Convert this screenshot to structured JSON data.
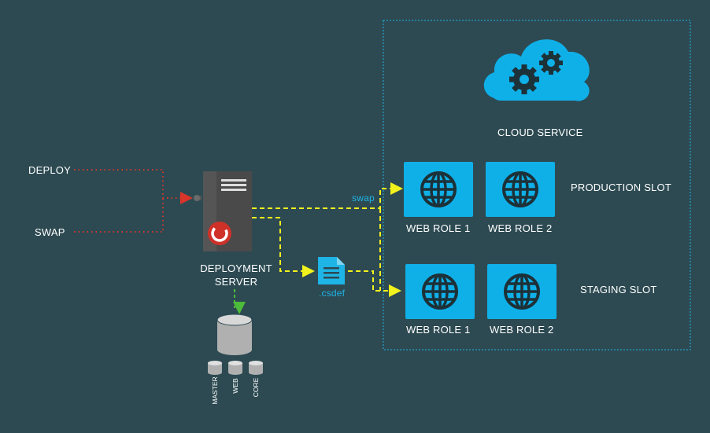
{
  "left_inputs": {
    "deploy": "DEPLOY",
    "swap": "SWAP"
  },
  "deployment_server": {
    "label_line1": "DEPLOYMENT",
    "label_line2": "SERVER"
  },
  "databases": [
    "MASTER",
    "WEB",
    "CORE"
  ],
  "csdef_label": ".csdef",
  "swap_label": "swap",
  "cloud_service": {
    "label": "CLOUD SERVICE",
    "production_slot": {
      "label": "PRODUCTION SLOT",
      "roles": [
        "WEB ROLE 1",
        "WEB ROLE 2"
      ]
    },
    "staging_slot": {
      "label": "STAGING SLOT",
      "roles": [
        "WEB ROLE 1",
        "WEB ROLE 2"
      ]
    }
  },
  "colors": {
    "background": "#2d4a52",
    "accent_cyan": "#0fb0e8",
    "red_dotted": "#d9352b",
    "yellow_dashed": "#f2f21c",
    "green_dashed": "#4cbb3a"
  }
}
